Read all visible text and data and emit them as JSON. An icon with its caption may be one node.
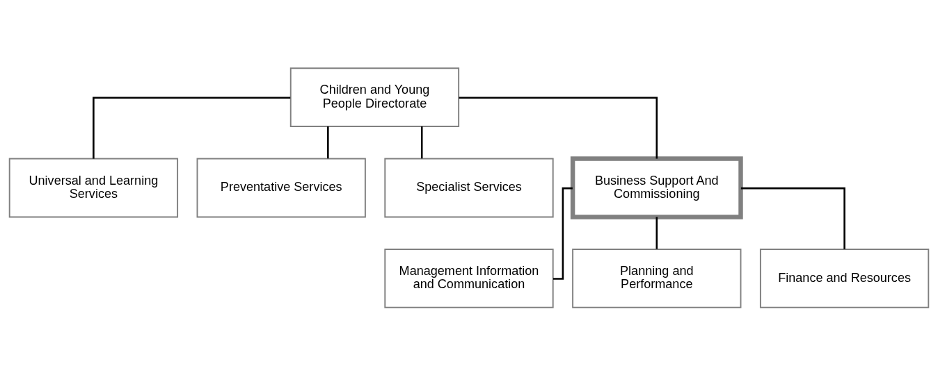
{
  "diagram": {
    "nodes": [
      {
        "text": [
          "Children and Young People Directorate"
        ]
      },
      {
        "text": [
          "Universal and Learning Services"
        ]
      },
      {
        "text": [
          "Preventative Services"
        ]
      },
      {
        "text": [
          "Specialist Services"
        ]
      },
      {
        "text": [
          "Business Support And Commissioning"
        ]
      },
      {
        "text": [
          "Management Information and Communication"
        ]
      },
      {
        "text": [
          "Planning and Performance"
        ]
      },
      {
        "text": [
          "Finance and Resources"
        ]
      }
    ],
    "edges": [
      {
        "from": 0,
        "to": 1,
        "arrow": "none"
      },
      {
        "from": 0,
        "to": 2,
        "arrow": "none"
      },
      {
        "from": 0,
        "to": 3,
        "arrow": "none"
      },
      {
        "from": 0,
        "to": 4,
        "arrow": "none"
      },
      {
        "from": 4,
        "to": 5,
        "arrow": "none"
      },
      {
        "from": 4,
        "to": 6,
        "arrow": "none"
      },
      {
        "from": 4,
        "to": 7,
        "arrow": "none"
      }
    ]
  }
}
